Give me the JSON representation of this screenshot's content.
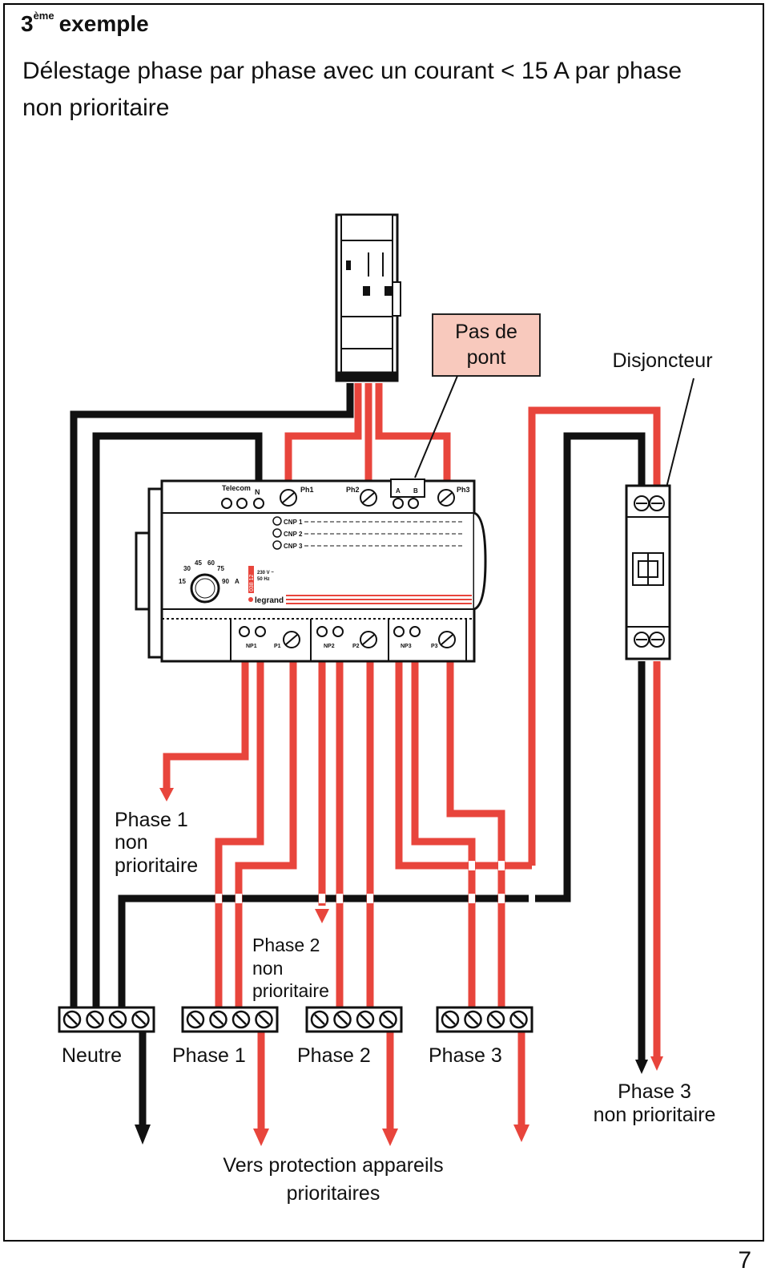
{
  "header": {
    "number": "3",
    "ordinal_suffix": "ème",
    "word": "exemple",
    "subtitle": "Délestage phase par phase avec un courant < 15 A par phase non prioritaire"
  },
  "callouts": {
    "pas_de_pont": [
      "Pas de",
      "pont"
    ],
    "disjoncteur": "Disjoncteur"
  },
  "device": {
    "telecom": "Telecom",
    "n": "N",
    "ph1": "Ph1",
    "ph2": "Ph2",
    "ph3": "Ph3",
    "a": "A",
    "b": "B",
    "cnp1": "CNP 1",
    "cnp2": "CNP 2",
    "cnp3": "CNP 3",
    "dial": [
      "15",
      "30",
      "45",
      "60",
      "75",
      "90"
    ],
    "dial_unit": "A",
    "voltage": "230 V ~",
    "freq": "50 Hz",
    "ref": "038 12",
    "brand": "legrand",
    "np1": "NP1",
    "p1": "P1",
    "np2": "NP2",
    "p2": "P2",
    "np3": "NP3",
    "p3": "P3"
  },
  "labels": {
    "phase1_np": [
      "Phase 1",
      "non",
      "prioritaire"
    ],
    "phase2_np": [
      "Phase 2",
      "non",
      "prioritaire"
    ],
    "phase3_np": [
      "Phase 3",
      "non prioritaire"
    ],
    "neutre": "Neutre",
    "phase1": "Phase 1",
    "phase2": "Phase 2",
    "phase3": "Phase 3",
    "vers": [
      "Vers protection appareils",
      "prioritaires"
    ]
  },
  "page_number": "7",
  "colors": {
    "wire_red": "#e8453c",
    "wire_black": "#111111",
    "callout_fill": "#f8c9bd",
    "device_grey": "#dcdcdc"
  }
}
